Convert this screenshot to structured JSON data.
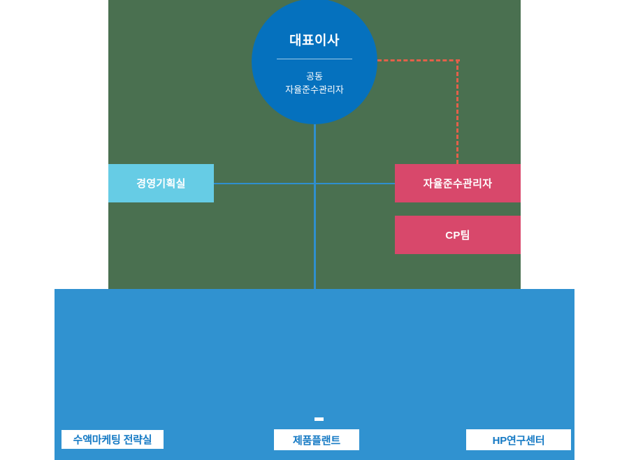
{
  "diagram": {
    "title": "organization-chart",
    "colors": {
      "green_panel": "#4a7050",
      "blue_panel": "#3092d0",
      "ceo_circle": "#0571be",
      "light_blue_box": "#66cce5",
      "pink_box": "#d8486b",
      "dashed_line": "#e4604a",
      "solid_line": "#2f8fcf",
      "label_text": "#1479c4"
    }
  },
  "ceo": {
    "title": "대표이사",
    "sub_line1": "공동",
    "sub_line2": "자율준수관리자"
  },
  "boxes": [
    {
      "label": "경영기획실",
      "style": "light-blue"
    },
    {
      "label": "자율준수관리자",
      "style": "pink"
    },
    {
      "label": "CP팀",
      "style": "pink"
    }
  ],
  "bottom_labels": [
    {
      "label": "수액마케팅 전략실"
    },
    {
      "label": "제품플랜트"
    },
    {
      "label": "HP연구센터"
    }
  ]
}
